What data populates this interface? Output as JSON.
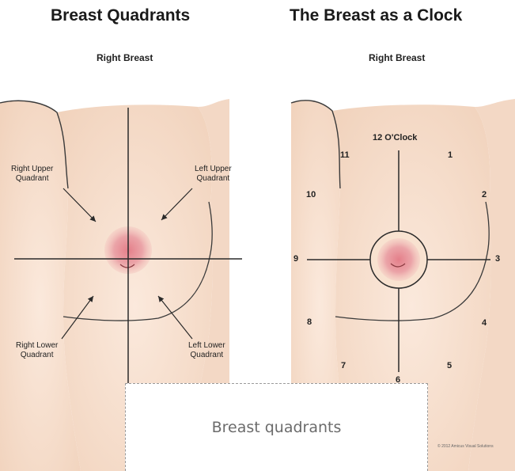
{
  "left_panel": {
    "title": "Breast Quadrants",
    "subtitle": "Right Breast",
    "quadrants": {
      "upper_right_side": [
        "Right Upper",
        "Quadrant"
      ],
      "upper_left_side": [
        "Left Upper",
        "Quadrant"
      ],
      "lower_right_side": [
        "Right Lower",
        "Quadrant"
      ],
      "lower_left_side": [
        "Left Lower",
        "Quadrant"
      ]
    }
  },
  "right_panel": {
    "title": "The Breast as a Clock",
    "subtitle": "Right Breast",
    "twelve_label": "12 O'Clock",
    "hours": {
      "h1": "1",
      "h2": "2",
      "h3": "3",
      "h4": "4",
      "h5": "5",
      "h6": "6",
      "h7": "7",
      "h8": "8",
      "h9": "9",
      "h10": "10",
      "h11": "11"
    }
  },
  "copyright": "© 2012 Amicus Visual Solutions",
  "caption": "Breast quadrants",
  "colors": {
    "skin": "#f8e2d0",
    "skin_edge": "#e9c3ab",
    "areola": "#eaa2a6",
    "line": "#2a2a2a"
  }
}
